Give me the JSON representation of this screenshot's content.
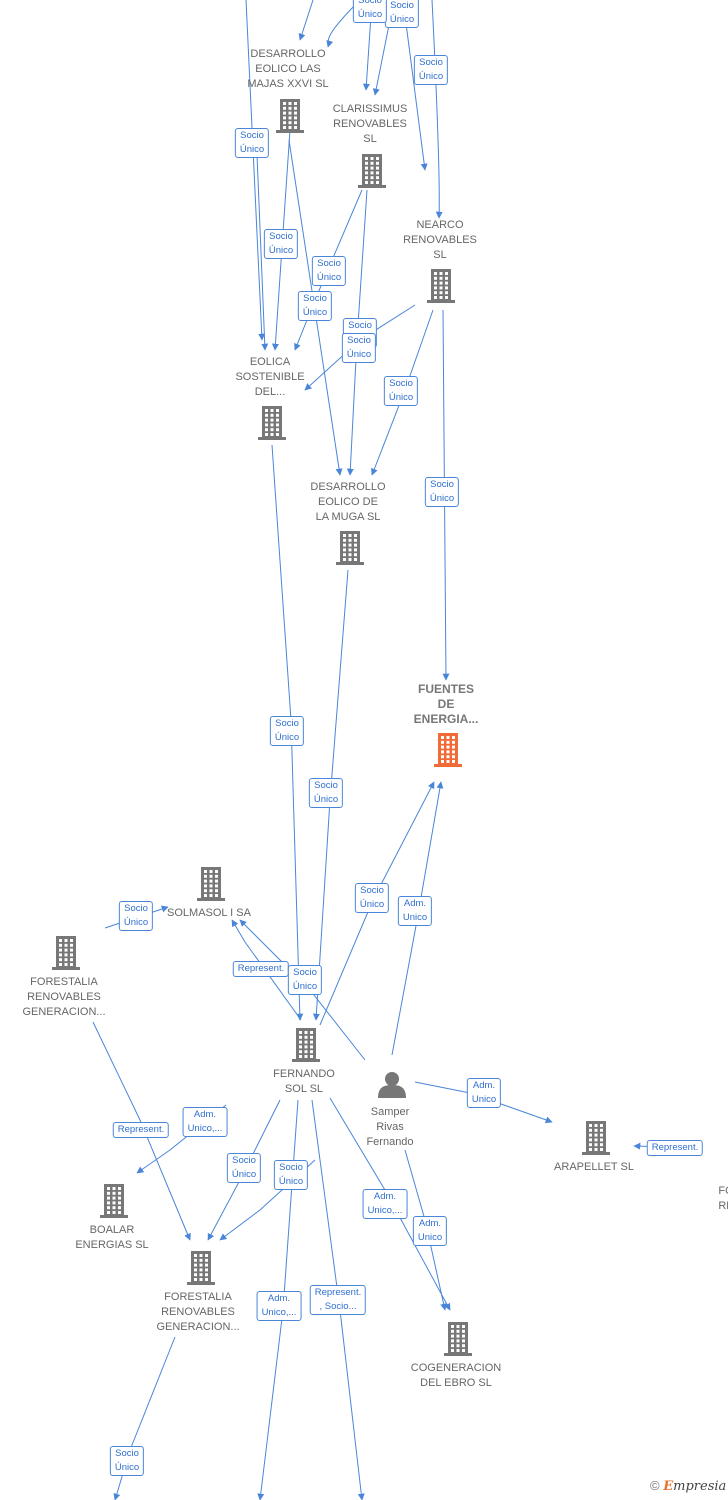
{
  "colors": {
    "edge": "#4a86d8",
    "building": "#777777",
    "focus_building": "#f26a36",
    "label": "#666666"
  },
  "nodes": [
    {
      "id": "desarrollo_eolico_las_majas",
      "label": "DESARROLLO\nEOLICO LAS\nMAJAS XXVI  SL",
      "icon": "building-icon"
    },
    {
      "id": "clarissimus",
      "label": "CLARISSIMUS\nRENOVABLES\nSL",
      "icon": "building-icon"
    },
    {
      "id": "nearco",
      "label": "NEARCO\nRENOVABLES\nSL",
      "icon": "building-icon"
    },
    {
      "id": "eolica_sostenible",
      "label": "EOLICA\nSOSTENIBLE\nDEL...",
      "icon": "building-icon"
    },
    {
      "id": "desarrollo_eolico_muga",
      "label": "DESARROLLO\nEOLICO DE\nLA MUGA SL",
      "icon": "building-icon"
    },
    {
      "id": "fuentes_de_energia",
      "label": "FUENTES\nDE\nENERGIA...",
      "icon": "building-icon",
      "focus": true
    },
    {
      "id": "solmasol",
      "label": "SOLMASOL I SA",
      "icon": "building-icon"
    },
    {
      "id": "forestalia_top",
      "label": "FORESTALIA\nRENOVABLES\nGENERACION...",
      "icon": "building-icon"
    },
    {
      "id": "fernando_sol",
      "label": "FERNANDO\nSOL SL",
      "icon": "building-icon"
    },
    {
      "id": "samper",
      "label": "Samper\nRivas\nFernando",
      "icon": "person-icon"
    },
    {
      "id": "arapellet",
      "label": "ARAPELLET  SL",
      "icon": "building-icon"
    },
    {
      "id": "boalar",
      "label": "BOALAR\nENERGIAS  SL",
      "icon": "building-icon"
    },
    {
      "id": "forestalia_bottom",
      "label": "FORESTALIA\nRENOVABLES\nGENERACION...",
      "icon": "building-icon"
    },
    {
      "id": "cogeneracion",
      "label": "COGENERACION\nDEL EBRO  SL",
      "icon": "building-icon"
    },
    {
      "id": "edge_partial",
      "label": "FO\nRE",
      "icon": "none"
    }
  ],
  "edge_labels": [
    "Socio\nÚnico",
    "Socio\nÚnico",
    "Socio\nÚnico",
    "Socio\nÚnico",
    "Socio\nÚnico",
    "Socio\nÚnico",
    "Socio\nÚnico",
    "Socio\nÚnico",
    "Socio\nÚnico",
    "Socio\nÚnico",
    "Socio\nÚnico",
    "Socio\nÚnico",
    "Socio\nÚnico",
    "Adm.\nUnico",
    "Represent.",
    "Socio\nÚnico",
    "Adm.\nUnico",
    "Represent.",
    "Represent.",
    "Adm.\nUnico,...",
    "Socio\nÚnico",
    "Socio\nÚnico",
    "Adm.\nUnico,...",
    "Adm.\nUnico",
    "Adm.\nUnico,...",
    "Represent.\n, Socio...",
    "Socio\nÚnico",
    "Socio\nÚnico",
    "Socio\nÚnico"
  ],
  "copyright": {
    "symbol": "©",
    "brand_initial": "E",
    "brand_rest": "mpresia"
  }
}
